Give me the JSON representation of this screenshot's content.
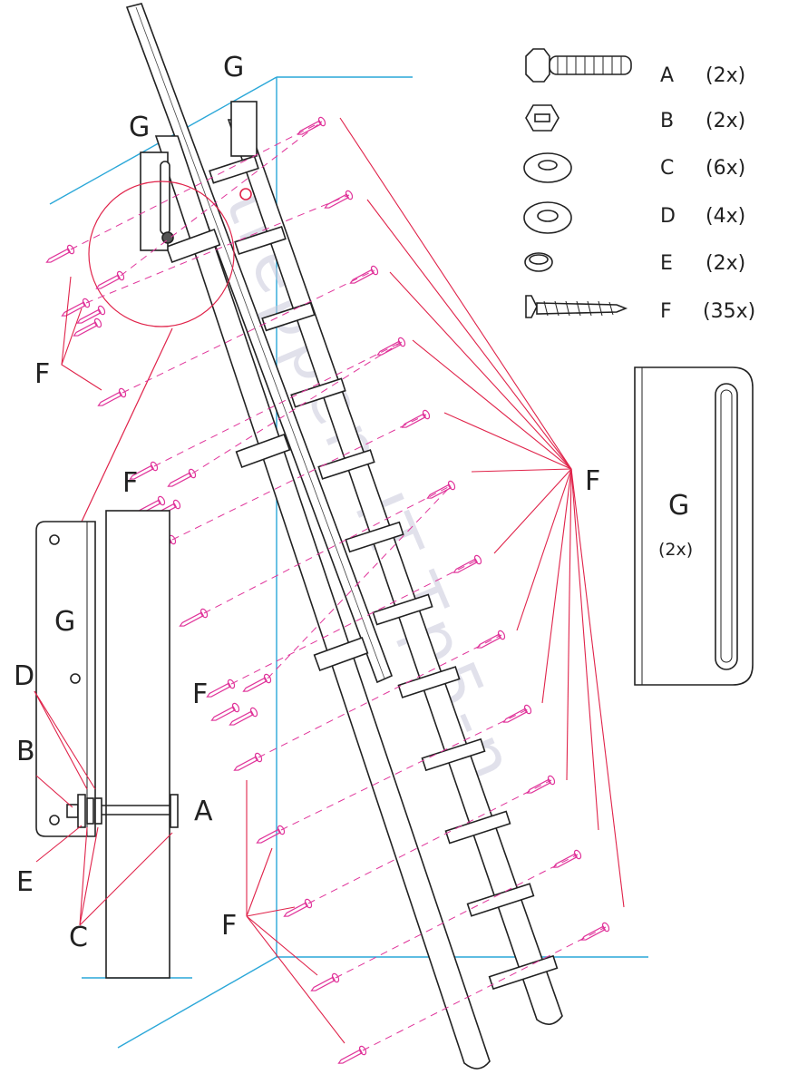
{
  "diagram": {
    "watermark": "treppen-IT-Tp5-n",
    "labels": {
      "G_top": "G",
      "G_mid": "G",
      "G_detail": "G",
      "F_left": "F",
      "F_mid1": "F",
      "F_mid2": "F",
      "F_bottom": "F",
      "F_right": "F",
      "A": "A",
      "B": "B",
      "C": "C",
      "D": "D",
      "E": "E"
    },
    "parts": [
      {
        "letter": "A",
        "qty": "(2x)",
        "icon": "bolt-icon"
      },
      {
        "letter": "B",
        "qty": "(2x)",
        "icon": "nut-icon"
      },
      {
        "letter": "C",
        "qty": "(6x)",
        "icon": "washer-icon"
      },
      {
        "letter": "D",
        "qty": "(4x)",
        "icon": "washer-icon"
      },
      {
        "letter": "E",
        "qty": "(2x)",
        "icon": "spacer-ring-icon"
      },
      {
        "letter": "F",
        "qty": "(35x)",
        "icon": "wood-screw-icon"
      }
    ],
    "bracket_panel": {
      "letter": "G",
      "qty": "(2x)"
    },
    "colors": {
      "line": "#222222",
      "screw": "#e0349a",
      "leader": "#e0234a",
      "wall": "#2aa7d8"
    }
  }
}
